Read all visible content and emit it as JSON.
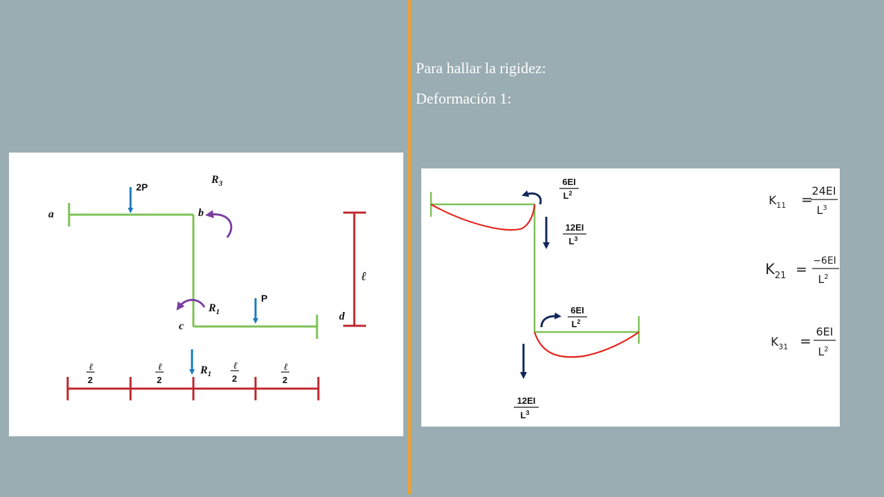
{
  "slide": {
    "title": "Para hallar la rigidez:",
    "subtitle": "Deformación 1:",
    "accent_color": "#e8a23c",
    "background_color": "#9aadb2"
  },
  "frame_diagram": {
    "nodes": {
      "a": "a",
      "b": "b",
      "c": "c",
      "d": "d"
    },
    "loads": {
      "top": "2P",
      "bottom": "P"
    },
    "reactions": {
      "r3_base": "R",
      "r3_sub": "3",
      "r1_base": "R",
      "r1_sub": "1",
      "r1b_base": "R",
      "r1b_sub": "1"
    },
    "dimensions": {
      "height": "ℓ",
      "half_segments": [
        {
          "num": "ℓ",
          "den": "2"
        },
        {
          "num": "ℓ",
          "den": "2"
        },
        {
          "num": "ℓ",
          "den": "2"
        },
        {
          "num": "ℓ",
          "den": "2"
        }
      ]
    },
    "colors": {
      "member": "#7cc054",
      "load": "#1a7abf",
      "moment": "#7b3ea1",
      "dimension": "#c0262d"
    }
  },
  "deformation_diagram": {
    "top_moment": {
      "num": "6EI",
      "den_base": "L",
      "den_exp": "2"
    },
    "top_shear": {
      "num": "12EI",
      "den_base": "L",
      "den_exp": "3"
    },
    "bottom_moment": {
      "num": "6EI",
      "den_base": "L",
      "den_exp": "2"
    },
    "bottom_shear": {
      "num": "12EI",
      "den_base": "L",
      "den_exp": "3"
    },
    "colors": {
      "member": "#7cc054",
      "deflected": "#e3231b",
      "arrow": "#12285a"
    }
  },
  "stiffness_terms": [
    {
      "symbol": "K",
      "sub": "11",
      "num": "24EI",
      "den_base": "L",
      "den_exp": "3"
    },
    {
      "symbol": "K",
      "sub": "21",
      "num": "−6EI",
      "den_base": "L",
      "den_exp": "2"
    },
    {
      "symbol": "K",
      "sub": "31",
      "num": "6EI",
      "den_base": "L",
      "den_exp": "2"
    }
  ]
}
